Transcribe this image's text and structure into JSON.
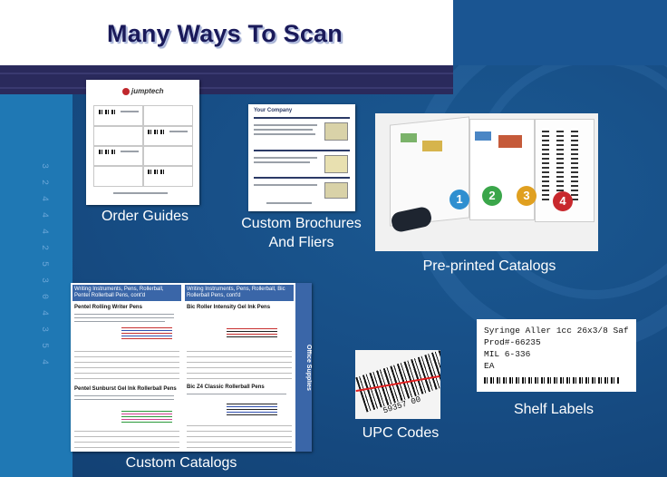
{
  "slide": {
    "title": "Many Ways To Scan",
    "side_digits": "3 2 4 4 4 2 5 3 0 4 3 5 4"
  },
  "items": {
    "order_guides": {
      "caption": "Order Guides",
      "logo": "jumptech"
    },
    "brochures": {
      "caption_line1": "Custom Brochures",
      "caption_line2": "And Fliers",
      "header": "Your Company"
    },
    "preprinted": {
      "caption": "Pre-printed Catalogs",
      "steps": [
        "1",
        "2",
        "3",
        "4"
      ]
    },
    "custom_catalogs": {
      "caption": "Custom Catalogs",
      "header_left": "Writing Instruments, Pens, Rollerball, Pentel Rollerball Pens, cont'd",
      "header_right": "Writing Instruments, Pens, Rollerball, Bic Rollerball Pens, cont'd",
      "section1": "Pentel Rolling Writer Pens",
      "section2": "Bic Roller Intensity Gel Ink Pens",
      "section3": "Pentel Sunburst Gel Ink Rollerball Pens",
      "section4": "Bic Z4 Classic Rollerball Pens",
      "side_label": "Office Supplies"
    },
    "upc": {
      "caption": "UPC Codes",
      "digits": "59357 00"
    },
    "shelf_labels": {
      "caption": "Shelf Labels",
      "lines": [
        "Syringe Aller 1cc 26x3/8 Saf",
        "Prod#-66235",
        "MIL 6-336",
        "EA"
      ]
    }
  },
  "colors": {
    "background": "#174e86",
    "title": "#1a1a5a",
    "caption": "#ffffff",
    "catalog_header": "#3a66a8"
  }
}
